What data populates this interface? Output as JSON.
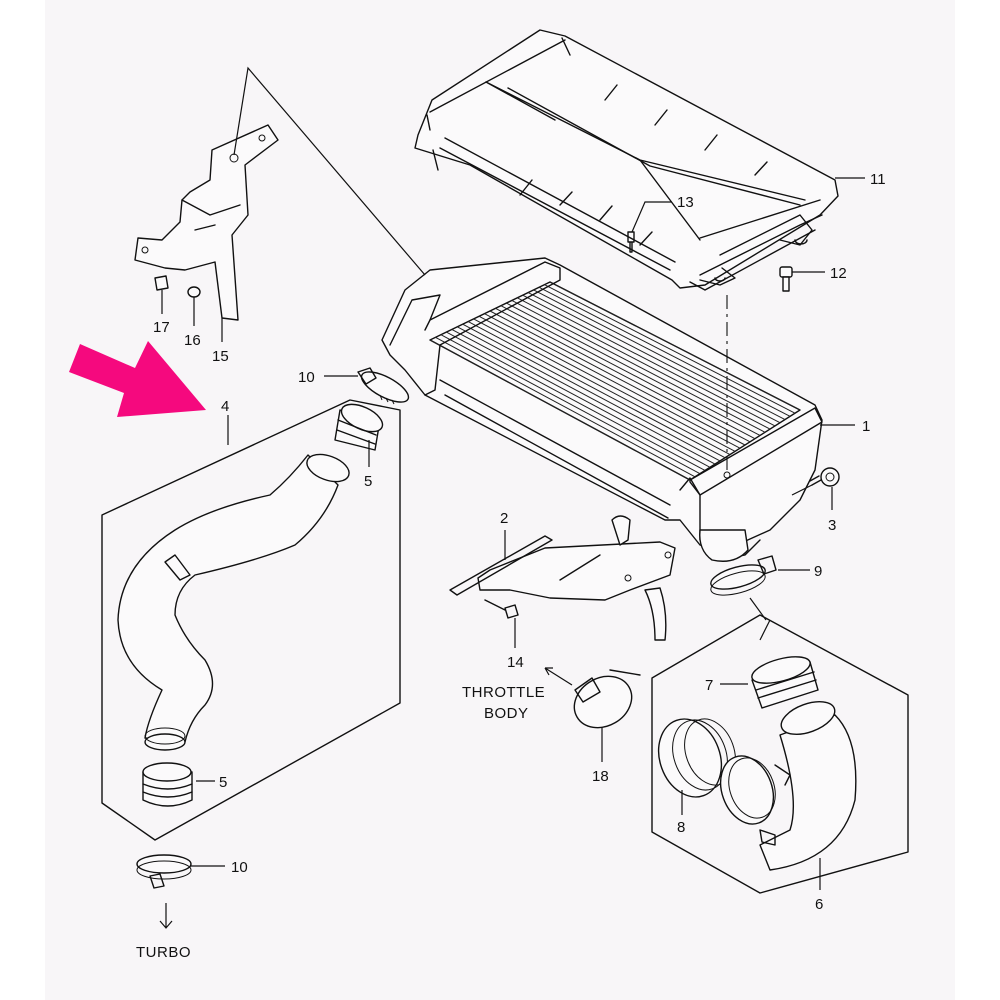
{
  "diagram": {
    "title": "Intercooler and intake hose exploded parts view",
    "highlight_color": "#f5097e",
    "line_color": "#111111",
    "background_color": "#f8f6f8"
  },
  "callouts": {
    "c1": "1",
    "c2": "2",
    "c3": "3",
    "c4": "4",
    "c5a": "5",
    "c5b": "5",
    "c6": "6",
    "c7": "7",
    "c8": "8",
    "c9": "9",
    "c10a": "10",
    "c10b": "10",
    "c11": "11",
    "c12": "12",
    "c13": "13",
    "c14": "14",
    "c15": "15",
    "c16": "16",
    "c17": "17",
    "c18": "18"
  },
  "notes": {
    "throttle_line1": "THROTTLE",
    "throttle_line2": "BODY",
    "turbo": "TURBO"
  },
  "highlight": {
    "target_part": "4",
    "icon": "pink-arrow-icon"
  }
}
